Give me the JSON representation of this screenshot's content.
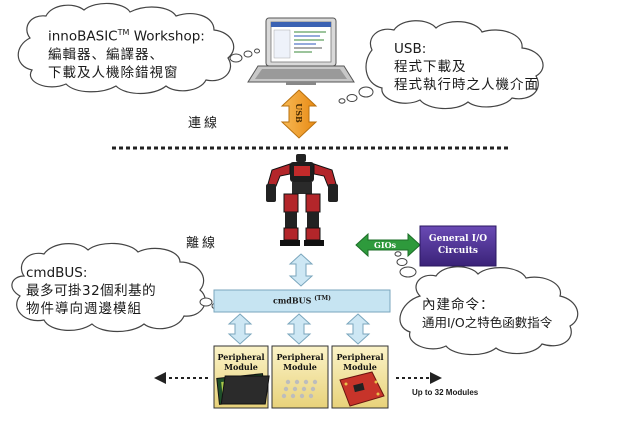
{
  "workshop_bubble": {
    "title_base": "innoBASIC",
    "title_tm": "TM",
    "title_rest": " Workshop:",
    "line2": "編輯器、編譯器、",
    "line3": "下載及人機除錯視窗"
  },
  "usb_bubble": {
    "title": "USB:",
    "line2": "程式下載及",
    "line3": "程式執行時之人機介面"
  },
  "usb_arrow_label": "USB",
  "connected_label": "連線",
  "disconnected_label": "離線",
  "gio": {
    "arrow_label": "GIOs",
    "box_line1": "General I/O",
    "box_line2": "Circuits"
  },
  "cmdbus_bubble": {
    "title": "cmdBUS:",
    "line2": "最多可掛32個利基的",
    "line3": "物件導向週邊模組"
  },
  "bus": {
    "label": "cmdBUS",
    "tm": "(TM)"
  },
  "builtin_bubble": {
    "line1": "內建命令：",
    "line2": "通用I/O之特色函數指令"
  },
  "modules": [
    {
      "line1": "Peripheral",
      "line2": "Module"
    },
    {
      "line1": "Peripheral",
      "line2": "Module"
    },
    {
      "line1": "Peripheral",
      "line2": "Module"
    }
  ],
  "up_to_label": "Up to 32 Modules",
  "colors": {
    "usb_arrow": "#f3a233",
    "bus_fill": "#c6e4f2",
    "gio_box": "#4b2f93",
    "gio_arrow": "#2e9a3c",
    "module_fill": "#f5e8a8",
    "connector_arrow": "#cde7f4"
  }
}
